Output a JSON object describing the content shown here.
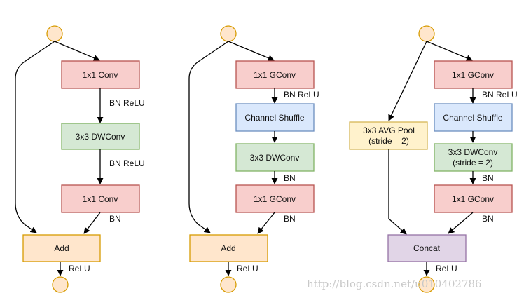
{
  "colors": {
    "pink_fill": "#f8cecc",
    "pink_stroke": "#b85450",
    "green_fill": "#d5e8d4",
    "green_stroke": "#82b366",
    "blue_fill": "#dae8fc",
    "blue_stroke": "#6c8ebf",
    "orange_fill": "#ffe6cc",
    "orange_stroke": "#d79b00",
    "yellow_fill": "#fff2cc",
    "yellow_stroke": "#d6b656",
    "purple_fill": "#e1d5e7",
    "purple_stroke": "#9673a6"
  },
  "panels": [
    {
      "nodes": {
        "conv1": "1x1 Conv",
        "dwconv": "3x3 DWConv",
        "conv2": "1x1 Conv",
        "merge": "Add"
      },
      "labels": {
        "after_conv1": "BN ReLU",
        "after_dwconv": "BN ReLU",
        "after_conv2": "BN",
        "after_merge": "ReLU"
      }
    },
    {
      "nodes": {
        "gconv1": "1x1 GConv",
        "shuffle": "Channel Shuffle",
        "dwconv": "3x3 DWConv",
        "gconv2": "1x1 GConv",
        "merge": "Add"
      },
      "labels": {
        "after_gconv1": "BN ReLU",
        "after_dwconv": "BN",
        "after_gconv2": "BN",
        "after_merge": "ReLU"
      }
    },
    {
      "nodes": {
        "gconv1": "1x1 GConv",
        "shuffle": "Channel Shuffle",
        "dwconv_line1": "3x3 DWConv",
        "dwconv_line2": "(stride = 2)",
        "avgpool_line1": "3x3 AVG Pool",
        "avgpool_line2": "(stride = 2)",
        "gconv2": "1x1 GConv",
        "merge": "Concat"
      },
      "labels": {
        "after_gconv1": "BN ReLU",
        "after_dwconv": "BN",
        "after_gconv2": "BN",
        "after_merge": "ReLU"
      }
    }
  ],
  "watermark": "http://blog.csdn.net/u010402786"
}
